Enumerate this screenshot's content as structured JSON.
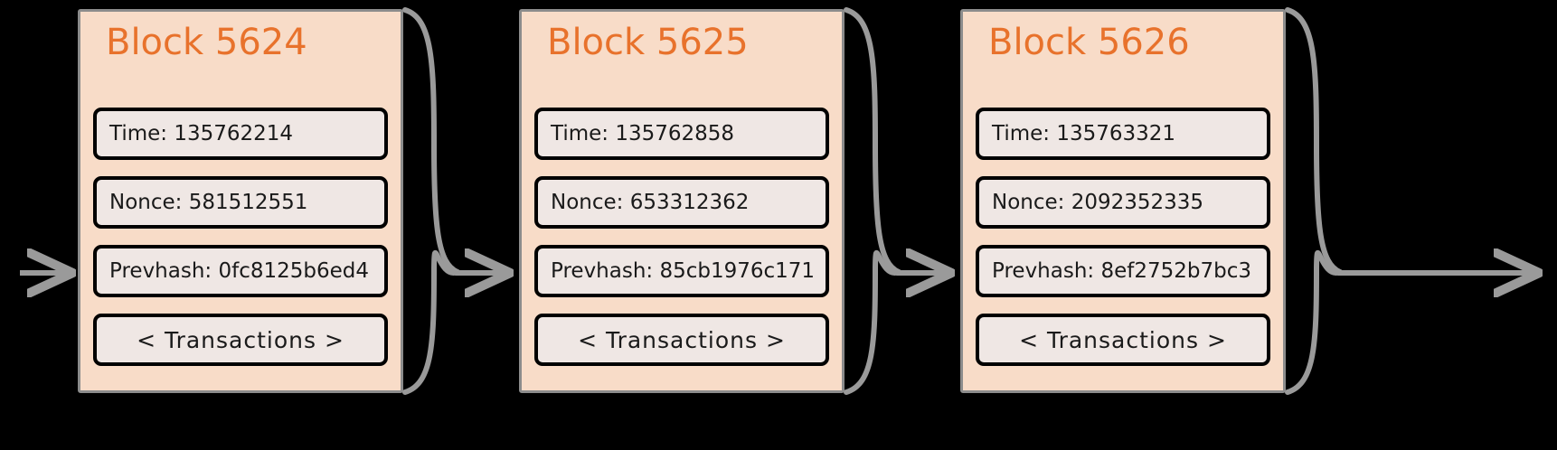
{
  "diagram": {
    "title": "blockchain-chain-of-blocks",
    "background_color": "#000000",
    "block_fill_color": "#f8dcc8",
    "block_border_color": "#8c8c8c",
    "field_fill_color": "#efe7e4",
    "field_border_color": "#000000",
    "title_color": "#e8722c",
    "connector_color": "#9a9a9a"
  },
  "field_labels": {
    "time": "Time:",
    "nonce": "Nonce:",
    "prevhash": "Prevhash:",
    "transactions": "< Transactions >"
  },
  "blocks": [
    {
      "title": "Block 5624",
      "time": "Time: 135762214",
      "nonce": "Nonce: 581512551",
      "prevhash": "Prevhash: 0fc8125b6ed4",
      "transactions": "< Transactions >"
    },
    {
      "title": "Block 5625",
      "time": "Time: 135762858",
      "nonce": "Nonce: 653312362",
      "prevhash": "Prevhash: 85cb1976c171",
      "transactions": "< Transactions >"
    },
    {
      "title": "Block 5626",
      "time": "Time: 135763321",
      "nonce": "Nonce: 2092352335",
      "prevhash": "Prevhash: 8ef2752b7bc3",
      "transactions": "< Transactions >"
    }
  ],
  "connectors": [
    {
      "name": "incoming-arrow",
      "from": "chain-start",
      "to": "block-5624"
    },
    {
      "name": "link-arrow-1",
      "from": "block-5624",
      "to": "block-5625"
    },
    {
      "name": "link-arrow-2",
      "from": "block-5625",
      "to": "block-5626"
    },
    {
      "name": "outgoing-arrow",
      "from": "block-5626",
      "to": "chain-continues"
    }
  ]
}
